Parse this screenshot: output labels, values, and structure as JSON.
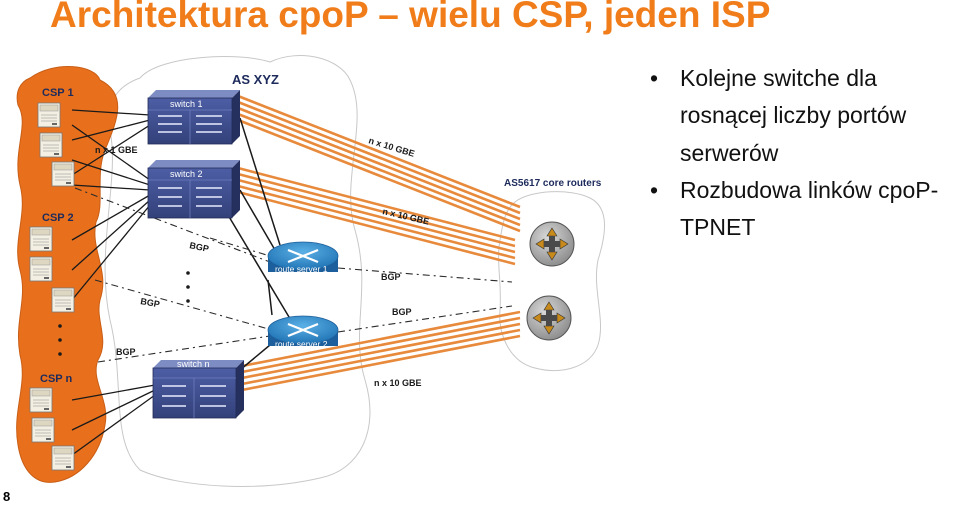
{
  "title": "Architektura cpoP – wielu CSP, jeden ISP",
  "diagram": {
    "as_label": "AS XYZ",
    "csps": [
      {
        "name": "CSP 1"
      },
      {
        "name": "CSP 2"
      },
      {
        "name": "CSP n"
      }
    ],
    "switches": [
      {
        "name": "switch 1"
      },
      {
        "name": "switch 2"
      },
      {
        "name": "switch n"
      }
    ],
    "route_servers": [
      {
        "name": "route server 1"
      },
      {
        "name": "route server 2"
      }
    ],
    "core_label": "AS5617 core routers",
    "link_labels": {
      "csp_uplink": "n x 1 GBE",
      "trunk_1": "n x 10 GBE",
      "trunk_2": "n x 10 GBE",
      "trunk_3": "n x 10 GBE"
    },
    "bgp_labels": [
      "BGP",
      "BGP",
      "BGP",
      "BGP",
      "BGP"
    ]
  },
  "bullets": [
    "Kolejne switche dla rosnącej liczby portów serwerów",
    "Rozbudowa linków cpoP-TPNET"
  ],
  "slide_number": "8",
  "colors": {
    "accent": "#f07d1a",
    "csp_cloud": "#e8701c",
    "switch_blue": "#3f4f8f",
    "trunk_orange": "#e88a3c",
    "label_navy": "#1d2b5c"
  }
}
